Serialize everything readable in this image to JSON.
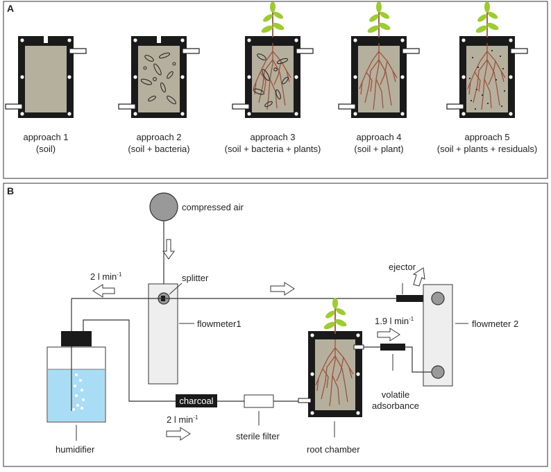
{
  "panel_a": {
    "letter": "A",
    "approaches": [
      {
        "name": "approach 1",
        "detail": "(soil)"
      },
      {
        "name": "approach 2",
        "detail": "(soil + bacteria)"
      },
      {
        "name": "approach 3",
        "detail": "(soil + bacteria + plants)"
      },
      {
        "name": "approach 4",
        "detail": "(soil + plant)"
      },
      {
        "name": "approach 5",
        "detail": "(soil + plants + residuals)"
      }
    ]
  },
  "panel_b": {
    "letter": "B",
    "compressed_air": "compressed air",
    "splitter": "splitter",
    "flowmeter1": "flowmeter1",
    "flowmeter2": "flowmeter 2",
    "ejector": "ejector",
    "flow_top": "2 l min",
    "flow_top_sup": "-1",
    "flow_bottom": "2 l min",
    "flow_bottom_sup": "-1",
    "flow_right": "1.9 l min",
    "flow_right_sup": "-1",
    "humidifier": "humidifier",
    "charcoal": "charcoal",
    "sterile_filter": "sterile filter",
    "root_chamber": "root chamber",
    "volatile_line1": "volatile",
    "volatile_line2": "adsorbance"
  },
  "colors": {
    "soil": "#b5b09d",
    "frame": "#1a1a1a",
    "root": "#a0503a",
    "leaf": "#9ccc2e",
    "water": "#a9ddf5",
    "air_source": "#999999"
  }
}
